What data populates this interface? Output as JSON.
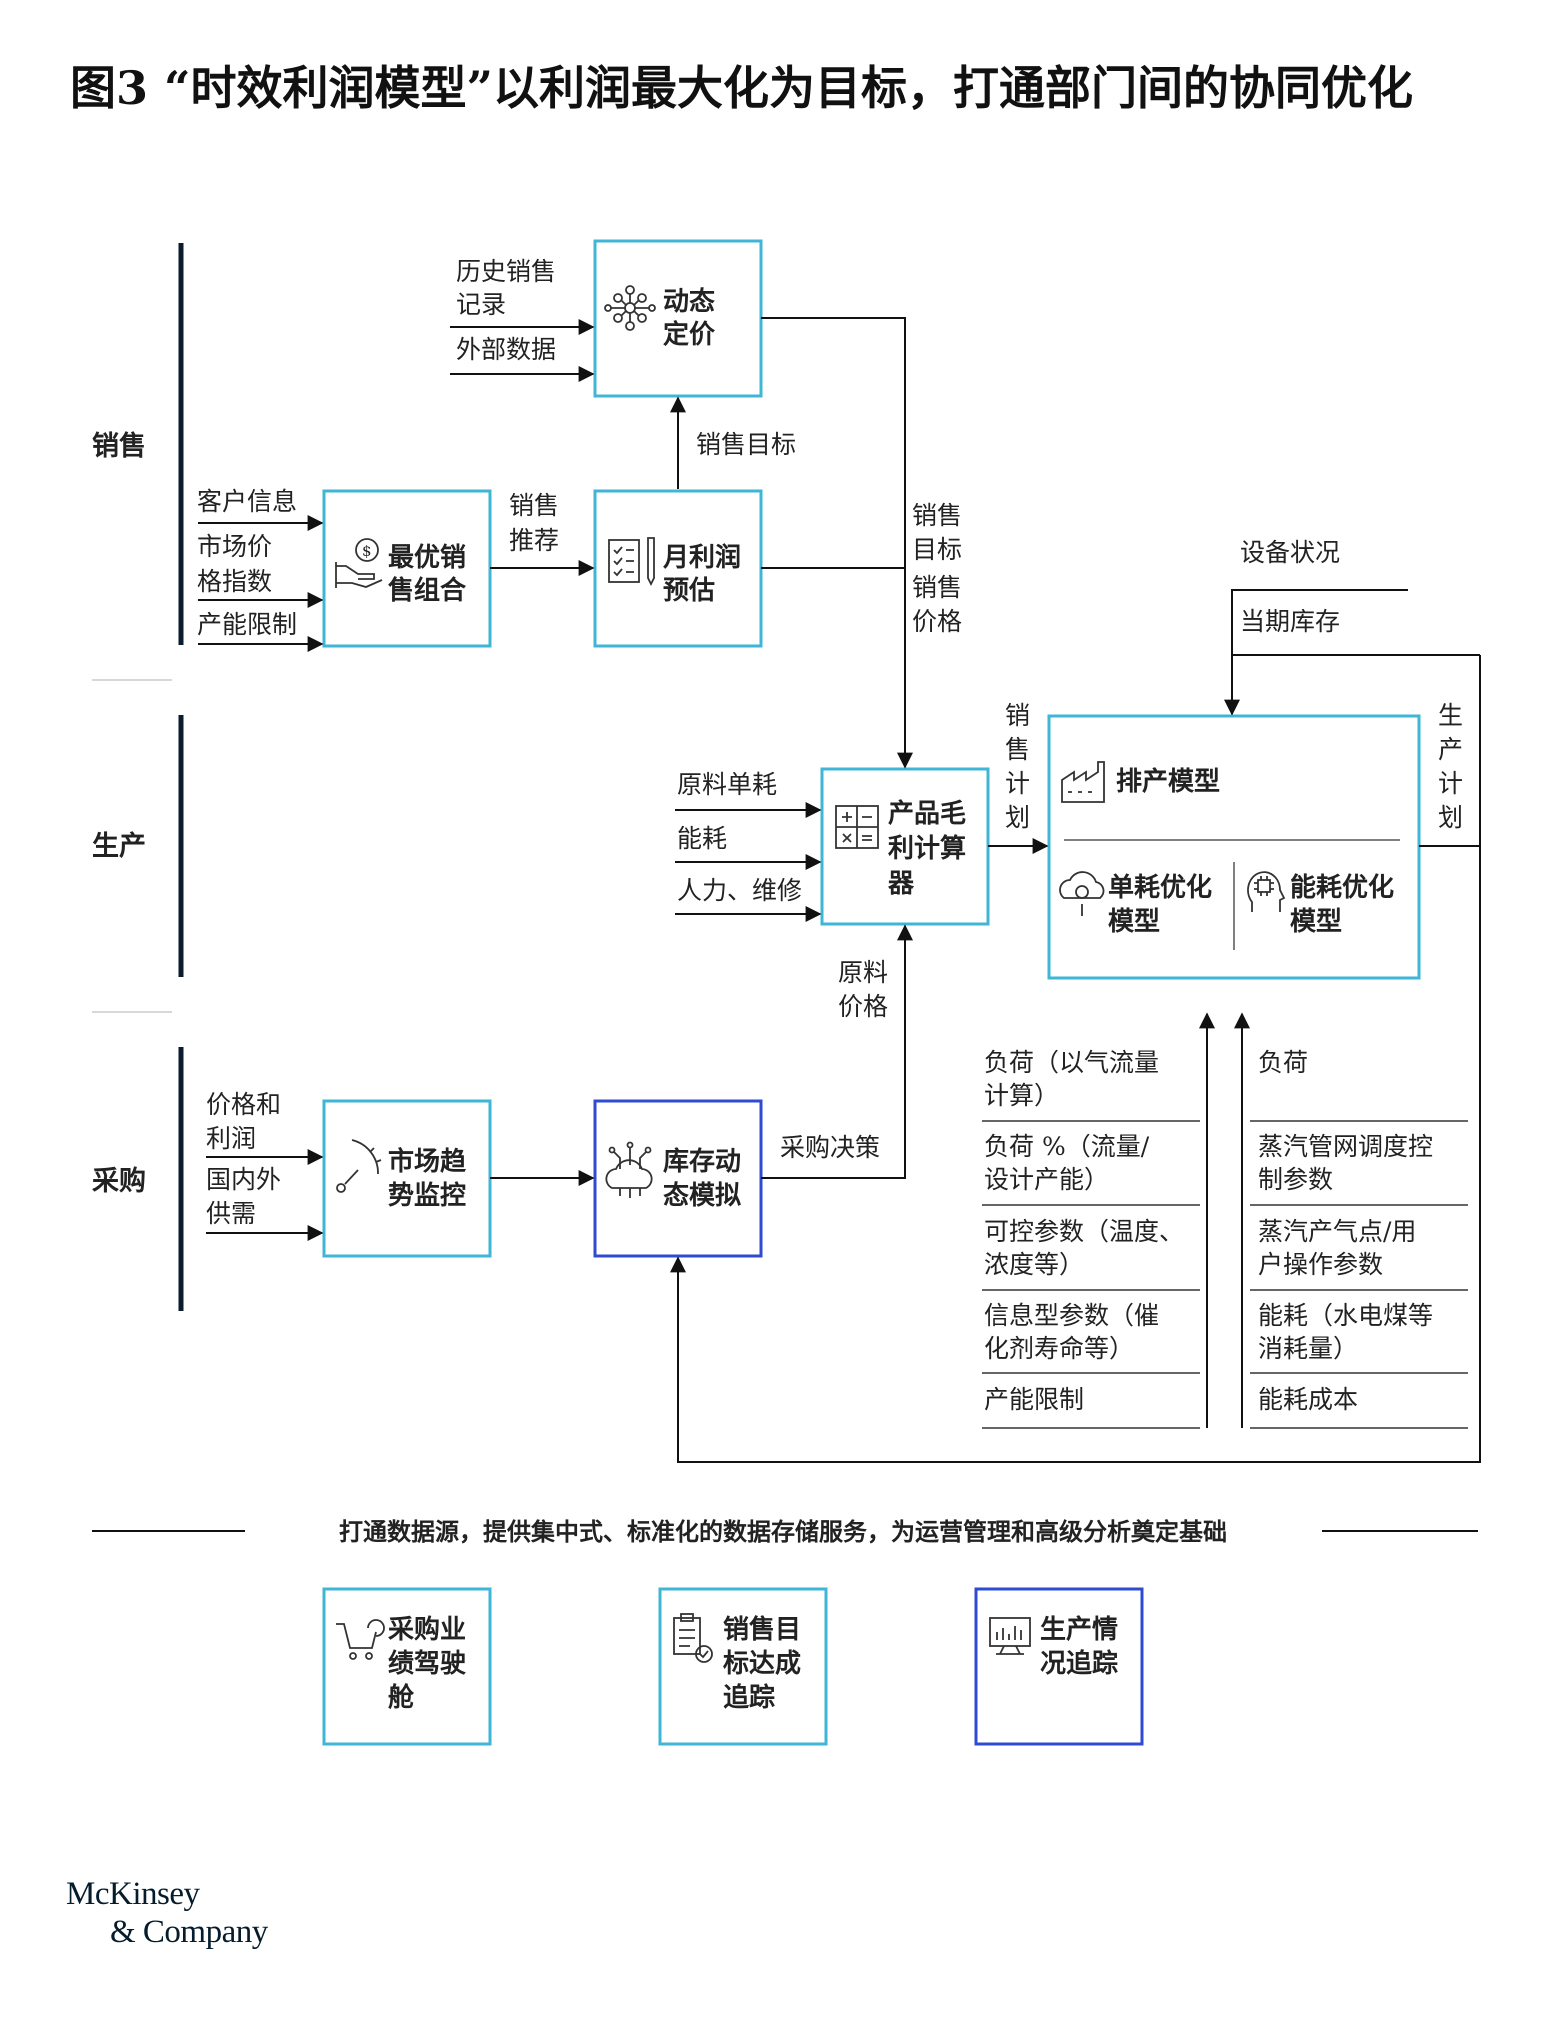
{
  "title": "图3 “时效利润模型”以利润最大化为目标，打通部门间的协同优化",
  "colors": {
    "cyan_box": "#3fb6d6",
    "blue_box": "#2f4bd1",
    "line": "#111111",
    "dept_bar": "#0b1c2e"
  },
  "departments": {
    "sales": "销售",
    "production": "生产",
    "procurement": "采购"
  },
  "boxes": {
    "dynamic_pricing": {
      "line1": "动态",
      "line2": "定价",
      "icon": "network-icon"
    },
    "optimal_sales_mix": {
      "line1": "最优销",
      "line2": "售组合",
      "icon": "hand-coin-icon"
    },
    "monthly_profit": {
      "line1": "月利润",
      "line2": "预估",
      "icon": "checklist-icon"
    },
    "gross_profit_calc": {
      "line1": "产品毛",
      "line2": "利计算",
      "line3": "器",
      "icon": "calculator-icon"
    },
    "scheduling_model": {
      "title": "排产模型",
      "sub1": {
        "line1": "单耗优化",
        "line2": "模型"
      },
      "sub2": {
        "line1": "能耗优化",
        "line2": "模型"
      },
      "icon": "factory-icon"
    },
    "market_trend": {
      "line1": "市场趋",
      "line2": "势监控",
      "icon": "gauge-icon"
    },
    "inventory_sim": {
      "line1": "库存动",
      "line2": "态模拟",
      "icon": "cloud-circuit-icon"
    }
  },
  "labels": {
    "history_sales": [
      "历史销售",
      "记录"
    ],
    "external_data": "外部数据",
    "sales_target": "销售目标",
    "customer_info": "客户信息",
    "market_price_index": [
      "市场价",
      "格指数"
    ],
    "capacity_limit": "产能限制",
    "sales_recommend": [
      "销售",
      "推荐"
    ],
    "sales_target_price": [
      "销售",
      "目标",
      "销售",
      "价格"
    ],
    "sales_plan": [
      "销",
      "售",
      "计",
      "划"
    ],
    "production_plan": [
      "生",
      "产",
      "计",
      "划"
    ],
    "equipment_status": "设备状况",
    "current_inventory": "当期库存",
    "material_consumption": "原料单耗",
    "energy": "能耗",
    "labor_maintenance": "人力、维修",
    "material_price": [
      "原料",
      "价格"
    ],
    "price_profit": [
      "价格和",
      "利润"
    ],
    "domestic_supply": [
      "国内外",
      "供需"
    ],
    "purchase_decision": "采购决策"
  },
  "left_list": [
    [
      "负荷（以气流量",
      "计算）"
    ],
    [
      "负荷 %（流量/",
      "设计产能）"
    ],
    [
      "可控参数（温度、",
      "浓度等）"
    ],
    [
      "信息型参数（催",
      "化剂寿命等）"
    ],
    [
      "产能限制"
    ]
  ],
  "right_list": [
    [
      "负荷"
    ],
    [
      "蒸汽管网调度控",
      "制参数"
    ],
    [
      "蒸汽产气点/用",
      "户操作参数"
    ],
    [
      "能耗（水电煤等",
      "消耗量）"
    ],
    [
      "能耗成本"
    ]
  ],
  "banner": "打通数据源，提供集中式、标准化的数据存储服务，为运营管理和高级分析奠定基础",
  "bottom_boxes": [
    {
      "lines": [
        "采购业",
        "绩驾驶",
        "舱"
      ],
      "icon": "shopping-cart-icon"
    },
    {
      "lines": [
        "销售目",
        "标达成",
        "追踪"
      ],
      "icon": "clipboard-check-icon"
    },
    {
      "lines": [
        "生产情",
        "况追踪"
      ],
      "icon": "monitor-chart-icon"
    }
  ],
  "logo": [
    "McKinsey",
    "& Company"
  ]
}
